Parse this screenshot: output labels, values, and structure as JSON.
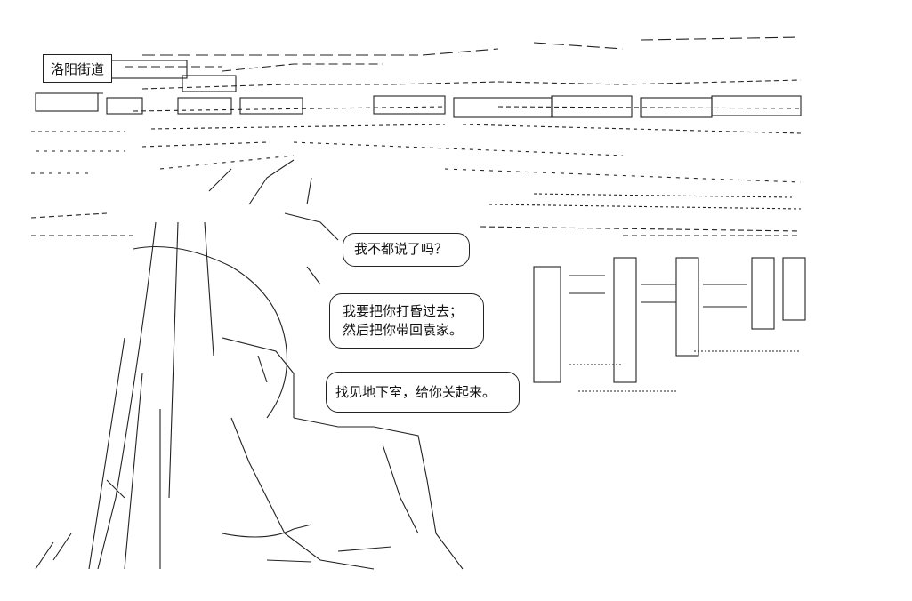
{
  "scene": {
    "location_label": "洛阳街道",
    "dialogue": [
      {
        "lines": [
          "我不都说了吗？"
        ]
      },
      {
        "lines": [
          "我要把你打昏过去；",
          "然后把你带回袁家。"
        ]
      },
      {
        "lines": [
          "找见地下室，给你关起来。"
        ]
      }
    ]
  },
  "style": {
    "ink": "#222222",
    "paper": "#ffffff"
  }
}
